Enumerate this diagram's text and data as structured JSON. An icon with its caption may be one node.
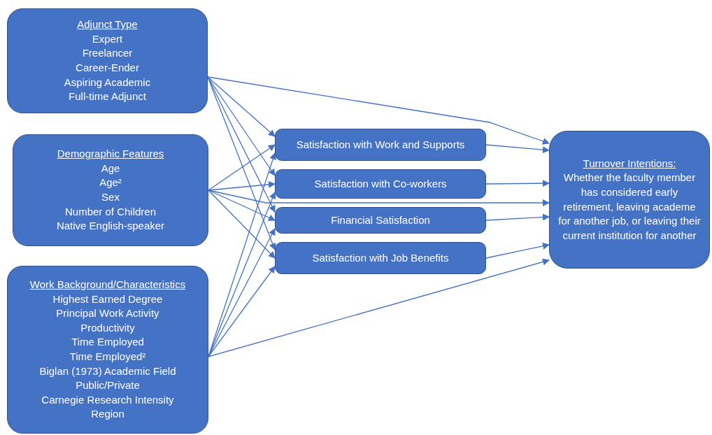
{
  "diagram": {
    "nodes": [
      {
        "text": [
          "Adjunct Type",
          "Expert",
          "Freelancer",
          "Career-Ender",
          "Aspiring Academic",
          "Full-time Adjunct"
        ]
      },
      {
        "text": [
          "Demographic Features",
          "Age",
          "Age²",
          "Sex",
          "Number of Children",
          "Native English-speaker"
        ]
      },
      {
        "text": [
          "Work Background/Characteristics",
          "Highest Earned Degree",
          "Principal Work Activity",
          "Productivity",
          "Time Employed",
          "Time Employed²",
          "Biglan (1973) Academic Field",
          "Public/Private",
          "Carnegie Research Intensity",
          "Region"
        ]
      },
      {
        "text": [
          "Satisfaction with Work and Supports"
        ]
      },
      {
        "text": [
          "Satisfaction with Co-workers"
        ]
      },
      {
        "text": [
          "Financial Satisfaction"
        ]
      },
      {
        "text": [
          "Satisfaction with Job Benefits"
        ]
      },
      {
        "text": [
          "Turnover Intentions:",
          "Whether the faculty member has considered early retirement, leaving academe for another job, or leaving their current institution for another"
        ]
      }
    ],
    "edges": [
      {
        "from": 0,
        "to": 3,
        "arrow": "to"
      },
      {
        "from": 0,
        "to": 4,
        "arrow": "to"
      },
      {
        "from": 0,
        "to": 5,
        "arrow": "to"
      },
      {
        "from": 0,
        "to": 6,
        "arrow": "to"
      },
      {
        "from": 0,
        "to": 7,
        "arrow": "to"
      },
      {
        "from": 1,
        "to": 3,
        "arrow": "to"
      },
      {
        "from": 1,
        "to": 4,
        "arrow": "to"
      },
      {
        "from": 1,
        "to": 5,
        "arrow": "to"
      },
      {
        "from": 1,
        "to": 6,
        "arrow": "to"
      },
      {
        "from": 1,
        "to": 7,
        "arrow": "to"
      },
      {
        "from": 2,
        "to": 3,
        "arrow": "to"
      },
      {
        "from": 2,
        "to": 4,
        "arrow": "to"
      },
      {
        "from": 2,
        "to": 5,
        "arrow": "to"
      },
      {
        "from": 2,
        "to": 6,
        "arrow": "to"
      },
      {
        "from": 2,
        "to": 7,
        "arrow": "to"
      },
      {
        "from": 3,
        "to": 7,
        "arrow": "to"
      },
      {
        "from": 4,
        "to": 7,
        "arrow": "to"
      },
      {
        "from": 5,
        "to": 7,
        "arrow": "to"
      },
      {
        "from": 6,
        "to": 7,
        "arrow": "to"
      }
    ]
  }
}
